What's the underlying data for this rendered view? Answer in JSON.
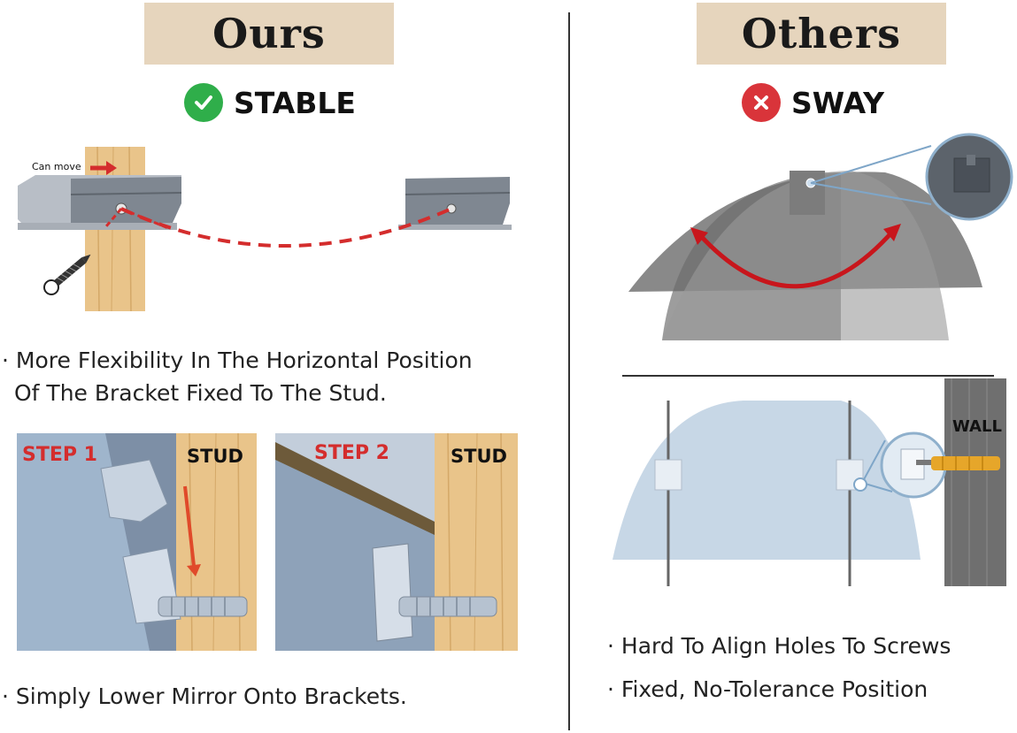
{
  "left": {
    "title": "Ours",
    "status": "STABLE",
    "status_icon": "check-circle-icon",
    "status_color": "#2fae4a",
    "diagram": {
      "can_move_label": "Can move"
    },
    "bullet1_line1": "· More Flexibility In The Horizontal Position",
    "bullet1_line2": "Of The Bracket Fixed To The Stud.",
    "step1": {
      "label": "STEP 1",
      "stud": "STUD"
    },
    "step2": {
      "label": "STEP 2",
      "stud": "STUD"
    },
    "bullet2": "· Simply Lower  Mirror Onto Brackets."
  },
  "right": {
    "title": "Others",
    "status": "SWAY",
    "status_icon": "x-circle-icon",
    "status_color": "#d9343a",
    "wall_label": "WALL",
    "bullets": [
      "· Hard To Align Holes To Screws",
      "· Fixed, No-Tolerance Position"
    ]
  },
  "colors": {
    "title_bg": "#e6d5bd",
    "accent_red": "#d42d2d",
    "wood": "#e9c48a"
  }
}
